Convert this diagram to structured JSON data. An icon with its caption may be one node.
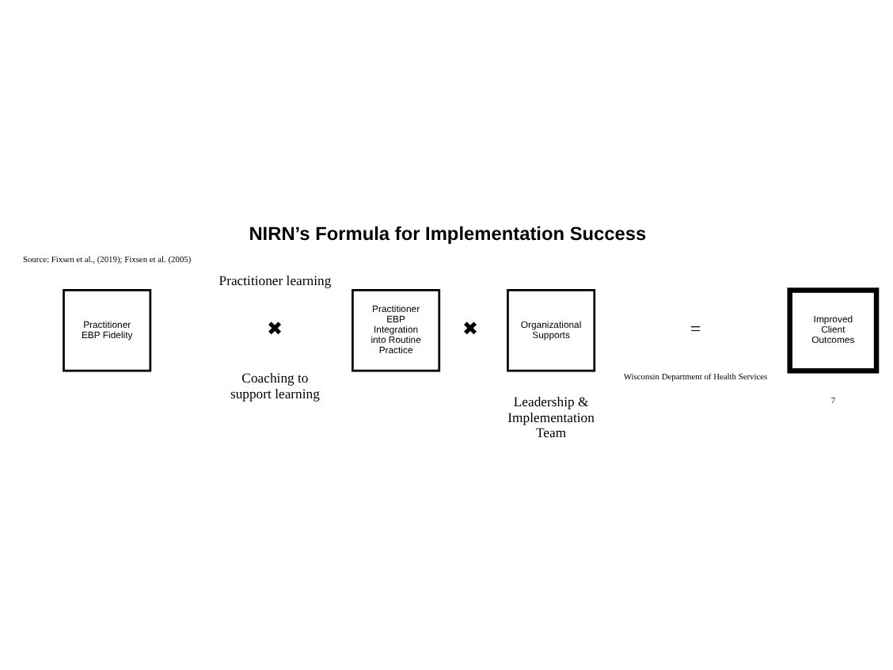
{
  "diagram": {
    "title": "NIRN’s Formula for Implementation Success",
    "nodes": [
      {
        "text": [
          "Practitioner EBP Fidelity"
        ]
      },
      {
        "text": [
          "Practitioner EBP Integration into Routine Practice"
        ]
      },
      {
        "text": [
          "Organizational Supports"
        ]
      },
      {
        "text": [
          "Improved Client Outcomes"
        ]
      }
    ],
    "edges": [],
    "labels": [
      "Source: Fixsen et al., (2019); Fixsen et al. (2005)",
      "Practitioner learning",
      "✖",
      "✖",
      "=",
      "Coaching to support learning",
      "Leadership & Implementation Team",
      "Wisconsin Department of Health Services",
      "7"
    ]
  }
}
